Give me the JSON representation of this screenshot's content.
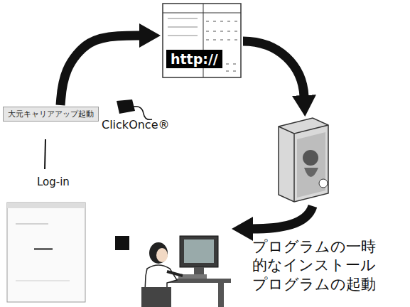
{
  "diagram": {
    "nodes": [
      {
        "text": [
          "http://"
        ]
      },
      {
        "text": [
          "大元キャリアアップ起動"
        ]
      },
      {
        "text": [
          "Log-in"
        ]
      },
      {
        "text": [
          "プログラムの一時的なインストール",
          "プログラムの起動"
        ]
      }
    ],
    "edges": [
      {
        "from": 1,
        "to": 0,
        "arrow": "to"
      }
    ],
    "labels": [
      "ClickOnce®"
    ]
  }
}
